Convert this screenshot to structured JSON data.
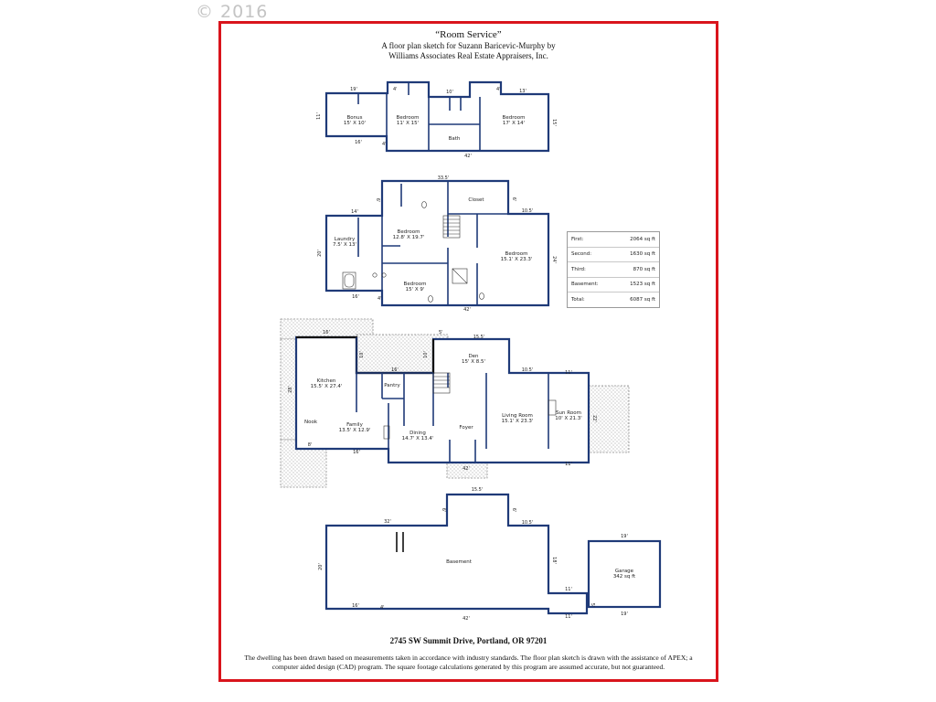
{
  "watermark": "© 2016",
  "header": {
    "title": "“Room Service”",
    "line1": "A floor plan sketch for Suzann Baricevic-Murphy by",
    "line2": "Williams Associates Real Estate Appraisers, Inc."
  },
  "colors": {
    "frame": "#d9141c",
    "walls": "#1f3a78",
    "deck": "#9a9a9a"
  },
  "floors": {
    "third": {
      "rooms": {
        "bonus": "Bonus",
        "bonus_dim": "15' X 10'",
        "bedroom_a": "Bedroom",
        "bedroom_a_dim": "11' X 15'",
        "bath": "Bath",
        "bedroom_b": "Bedroom",
        "bedroom_b_dim": "17' X 14'"
      },
      "dims": {
        "d19": "19'",
        "d4a": "4'",
        "d10": "10'",
        "d4b": "4'",
        "d13": "13'",
        "d11": "11'",
        "d15": "15'",
        "d16": "16'",
        "d4c": "4'",
        "d42": "42'"
      }
    },
    "second": {
      "rooms": {
        "closet": "Closet",
        "laundry": "Laundry",
        "laundry_dim": "7.5' X 13'",
        "bedroom_a": "Bedroom",
        "bedroom_a_dim": "12.8' X 19.7'",
        "bedroom_b": "Bedroom",
        "bedroom_b_dim": "15.1' X 23.3'",
        "bedroom_c": "Bedroom",
        "bedroom_c_dim": "15' X 9'"
      },
      "dims": {
        "d335": "33.5'",
        "d6a": "6'",
        "d6b": "6'",
        "d14": "14'",
        "d105": "10.5'",
        "d20": "20'",
        "d24": "24'",
        "d16": "16'",
        "d4": "4'",
        "d42": "42'"
      }
    },
    "first": {
      "rooms": {
        "kitchen": "Kitchen",
        "kitchen_dim": "15.5' X 27.4'",
        "pantry": "Pantry",
        "den": "Den",
        "den_dim": "15' X 8.5'",
        "living": "Living Room",
        "living_dim": "15.1' X 23.3'",
        "sun": "Sun Room",
        "sun_dim": "10' X 21.3'",
        "nook": "Nook",
        "family": "Family",
        "family_dim": "13.5' X 12.9'",
        "dining": "Dining",
        "dining_dim": "14.7' X 13.4'",
        "foyer": "Foyer"
      },
      "dims": {
        "d16a": "16'",
        "d5": "5'",
        "d155": "15.5'",
        "d10a": "10'",
        "d10b": "10'",
        "d16b": "16'",
        "d105": "10.5'",
        "d11a": "11'",
        "d28": "28'",
        "d22": "22'",
        "d8": "8'",
        "d16c": "16'",
        "d42": "42'",
        "d11b": "11'"
      }
    },
    "basement": {
      "rooms": {
        "basement": "Basement",
        "garage": "Garage",
        "garage_dim": "342 sq ft"
      },
      "dims": {
        "d155": "15.5'",
        "d32": "32'",
        "d6a": "6'",
        "d6b": "6'",
        "d105": "10.5'",
        "d19a": "19'",
        "d20": "20'",
        "d18": "18'",
        "d11a": "11'",
        "d16": "16'",
        "d4": "4'",
        "d42": "42'",
        "d11b": "11'",
        "d5": "5'",
        "d19b": "19'"
      }
    }
  },
  "sqft_table": [
    {
      "label": "First:",
      "value": "2064 sq ft"
    },
    {
      "label": "Second:",
      "value": "1630 sq ft"
    },
    {
      "label": "Third:",
      "value": "870 sq ft"
    },
    {
      "label": "Basement:",
      "value": "1523 sq ft"
    },
    {
      "label": "Total:",
      "value": "6087 sq ft"
    }
  ],
  "address": "2745 SW Summit Drive, Portland, OR 97201",
  "disclaimer": "The dwelling has been drawn based on measurements taken in accordance with industry standards.  The floor plan sketch is drawn with the assistance of APEX; a computer aided design (CAD) program.  The square footage calculations generated by this program are assumed accurate, but not guaranteed."
}
